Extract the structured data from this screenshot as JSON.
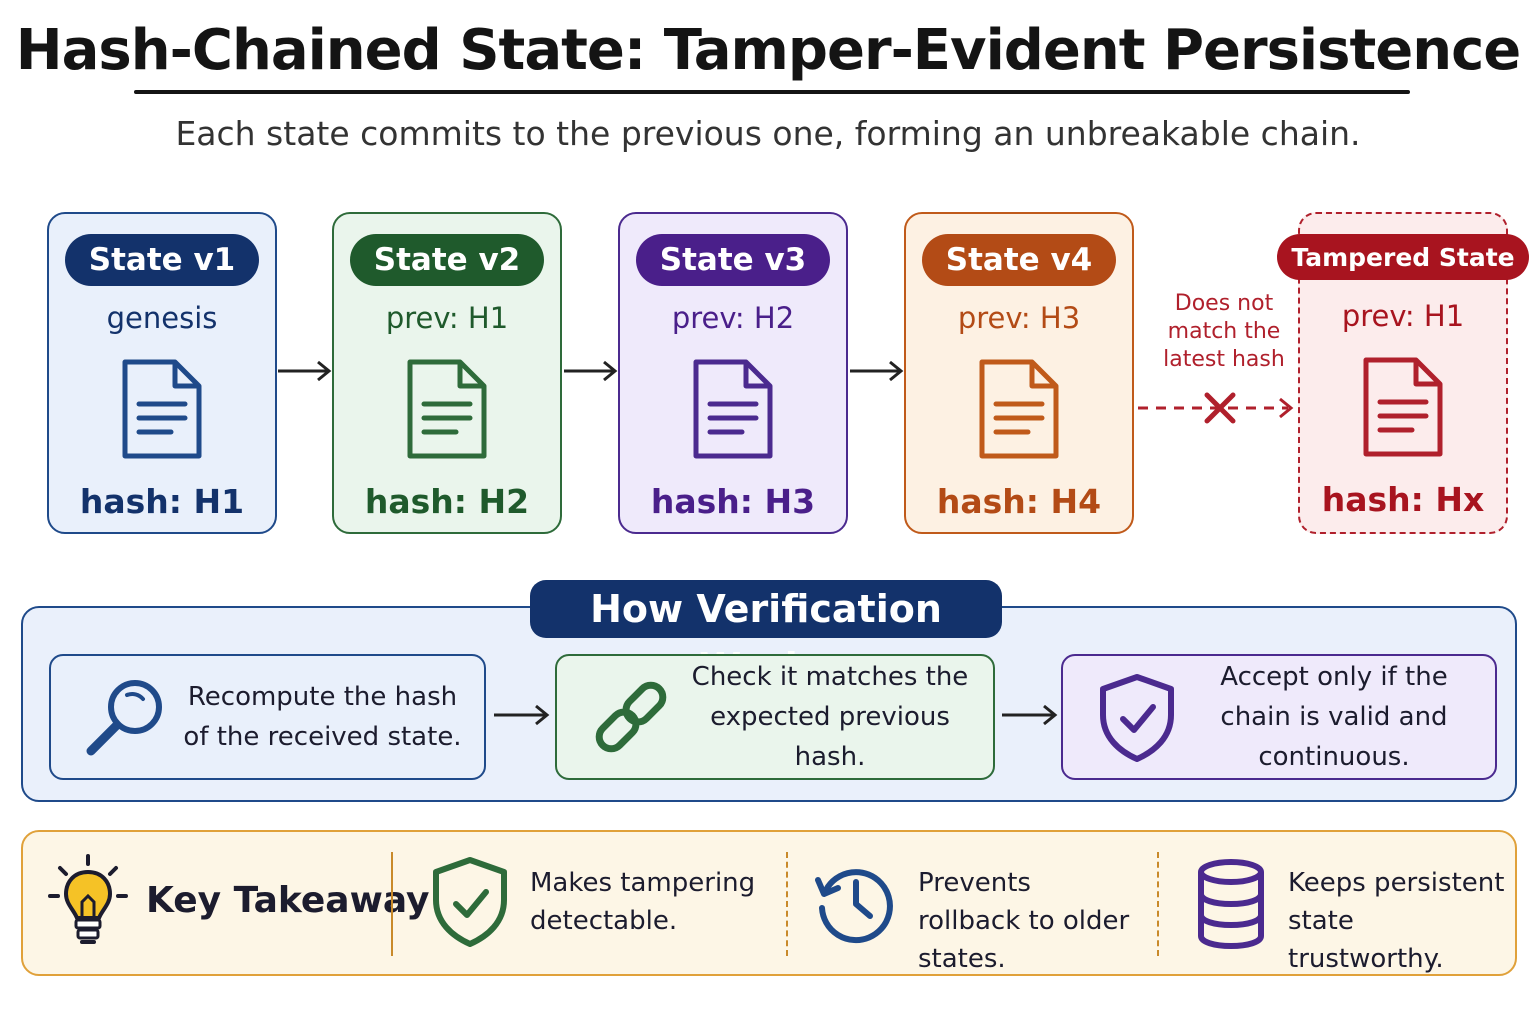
{
  "header": {
    "title": "Hash-Chained State: Tamper-Evident Persistence",
    "subtitle": "Each state commits to the previous one, forming an unbreakable chain."
  },
  "states": [
    {
      "badge": "State v1",
      "prev": "genesis",
      "hash": "hash: H1",
      "icon": "document-icon",
      "color": "#1f4a8a",
      "badge_color": "#13326b",
      "bg": "#e9f0fb"
    },
    {
      "badge": "State v2",
      "prev": "prev: H1",
      "hash": "hash: H2",
      "icon": "document-icon",
      "color": "#2e6b3a",
      "badge_color": "#1f5a2c",
      "bg": "#eaf5ec"
    },
    {
      "badge": "State v3",
      "prev": "prev: H2",
      "hash": "hash: H3",
      "icon": "document-icon",
      "color": "#4b2a8f",
      "badge_color": "#4a1f8a",
      "bg": "#efeafb"
    },
    {
      "badge": "State v4",
      "prev": "prev: H3",
      "hash": "hash: H4",
      "icon": "document-icon",
      "color": "#c05a1a",
      "badge_color": "#b34b16",
      "bg": "#fdf1e3"
    },
    {
      "badge": "Tampered State",
      "prev": "prev: H1",
      "hash": "hash: Hx",
      "icon": "document-icon",
      "color": "#b0202c",
      "badge_color": "#a8141f",
      "bg": "#fcecec"
    }
  ],
  "mismatch": {
    "note": "Does not match the latest hash",
    "icon": "x-mark-icon"
  },
  "verification": {
    "title": "How Verification Works",
    "steps": [
      {
        "text": "Recompute the hash of the received state.",
        "icon": "magnifier-icon",
        "color": "#1f4a8a",
        "bg": "#e9f0fb"
      },
      {
        "text": "Check it matches the expected previous hash.",
        "icon": "link-icon",
        "color": "#2e6b3a",
        "bg": "#eaf5ec"
      },
      {
        "text": "Accept only if the chain is valid and continuous.",
        "icon": "shield-check-icon",
        "color": "#4b2a8f",
        "bg": "#efeafb"
      }
    ]
  },
  "takeaway": {
    "label": "Key Takeaway",
    "icon": "lightbulb-icon",
    "items": [
      {
        "text": "Makes tampering detectable.",
        "icon": "shield-check-icon",
        "color": "#2e6b3a"
      },
      {
        "text": "Prevents rollback to older states.",
        "icon": "history-clock-icon",
        "color": "#1f4a8a"
      },
      {
        "text": "Keeps persistent state trustworthy.",
        "icon": "database-icon",
        "color": "#4b2a8f"
      }
    ]
  }
}
